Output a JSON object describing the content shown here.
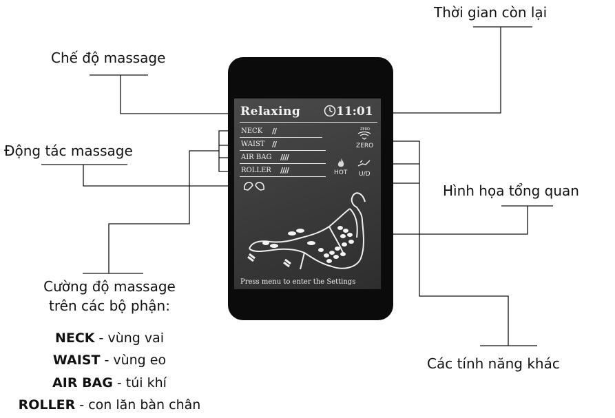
{
  "callouts": {
    "mode": "Chế độ massage",
    "time_remaining": "Thời gian còn lại",
    "actions": "Động tác massage",
    "overview": "Hình họa tổng quan",
    "intensity_line1": "Cường độ massage",
    "intensity_line2": "trên các bộ phận:",
    "other_features": "Các tính năng khác"
  },
  "legend": [
    {
      "key": "NECK",
      "desc": " - vùng vai"
    },
    {
      "key": "WAIST",
      "desc": " - vùng eo"
    },
    {
      "key": "AIR BAG",
      "desc": " - túi khí"
    },
    {
      "key": "ROLLER",
      "desc": " - con lăn bàn chân"
    }
  ],
  "screen": {
    "mode": "Relaxing",
    "time": "11:01",
    "rows": [
      {
        "label": "NECK",
        "bars": "//"
      },
      {
        "label": "WAIST",
        "bars": "//"
      },
      {
        "label": "AIR BAG",
        "bars": "////"
      },
      {
        "label": "ROLLER",
        "bars": "////"
      }
    ],
    "zero_small": "ZERO",
    "zero_label": "ZERO",
    "hot_label": "HOT",
    "ud_label": "U/D",
    "footer": "Press menu to enter the Settings"
  }
}
